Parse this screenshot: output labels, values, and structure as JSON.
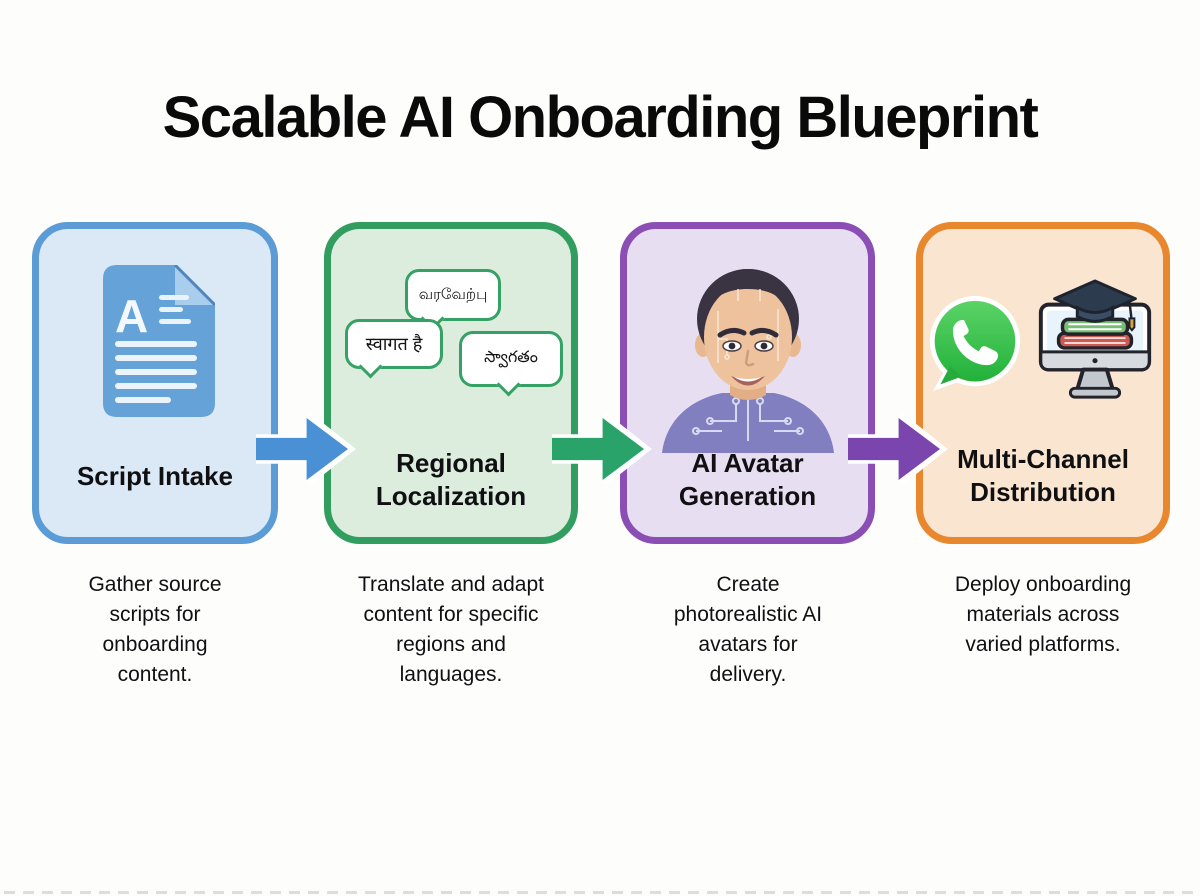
{
  "title": "Scalable AI Onboarding Blueprint",
  "steps": [
    {
      "label": "Script Intake",
      "description": "Gather source\nscripts for\nonboarding\ncontent.",
      "icon": "document-icon",
      "fill": "#dbe9f6",
      "border": "#5b9cd6"
    },
    {
      "label": "Regional\nLocalization",
      "description": "Translate and adapt\ncontent for specific\nregions and\nlanguages.",
      "icon": "speech-bubbles-icon",
      "bubbles": [
        "வரவேற்பு",
        "स्वागत है",
        "స్వాగతం"
      ],
      "fill": "#dcedde",
      "border": "#319e60"
    },
    {
      "label": "AI Avatar\nGeneration",
      "description": "Create\nphotorealistic AI\navatars for\ndelivery.",
      "icon": "ai-avatar-icon",
      "fill": "#e7def2",
      "border": "#8a4eb5"
    },
    {
      "label": "Multi-Channel\nDistribution",
      "description": "Deploy onboarding\nmaterials across\nvaried platforms.",
      "icons": [
        "whatsapp-icon",
        "elearning-monitor-icon"
      ],
      "fill": "#fae5d0",
      "border": "#e8872e"
    }
  ],
  "arrows": [
    {
      "color": "#4a90d4"
    },
    {
      "color": "#2aa36b"
    },
    {
      "color": "#7a45ad"
    }
  ]
}
